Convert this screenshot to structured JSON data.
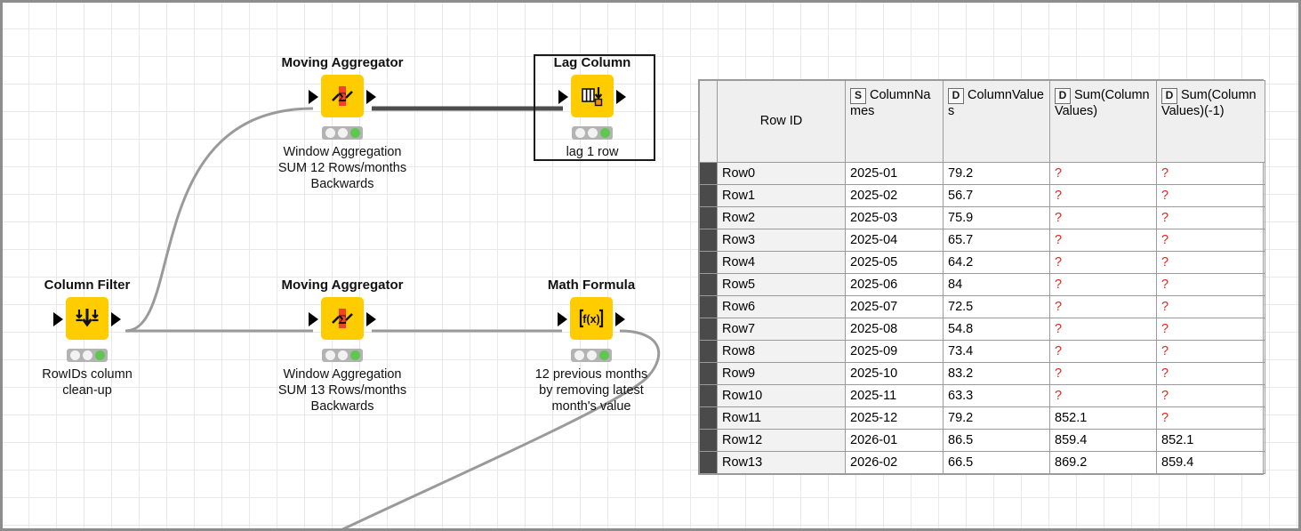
{
  "canvas": {
    "grid": true,
    "grid_color": "#e8e8e8",
    "background": "#ffffff",
    "node_color": "#ffcc00",
    "status_ok_color": "#5fc64f"
  },
  "workflow": {
    "nodes": [
      {
        "id": "column-filter",
        "title": "Column Filter",
        "icon": "column-filter-icon",
        "annotation": "RowIDs column\nclean-up",
        "status": "executed",
        "selected": false
      },
      {
        "id": "moving-aggregator-top",
        "title": "Moving Aggregator",
        "icon": "moving-aggregator-icon",
        "annotation": "Window Aggregation\nSUM 12 Rows/months  Backwards",
        "status": "executed",
        "selected": false
      },
      {
        "id": "lag-column",
        "title": "Lag Column",
        "icon": "lag-column-icon",
        "annotation": "lag 1 row",
        "status": "executed",
        "selected": true
      },
      {
        "id": "moving-aggregator-bottom",
        "title": "Moving Aggregator",
        "icon": "moving-aggregator-icon",
        "annotation": "Window Aggregation\nSUM 13 Rows/months  Backwards",
        "status": "executed",
        "selected": false
      },
      {
        "id": "math-formula",
        "title": "Math Formula",
        "icon": "math-formula-icon",
        "icon_label": "f(x)",
        "annotation": "12 previous months\nby removing latest\nmonth's value",
        "status": "executed",
        "selected": false
      }
    ]
  },
  "table": {
    "columns": [
      {
        "type": "",
        "label": "Row ID"
      },
      {
        "type": "S",
        "label": "ColumnNames"
      },
      {
        "type": "D",
        "label": "ColumnValues"
      },
      {
        "type": "D",
        "label": "Sum(ColumnValues)"
      },
      {
        "type": "D",
        "label": "Sum(ColumnValues)(-1)"
      }
    ],
    "missing_value_symbol": "?",
    "rows": [
      {
        "rowid": "Row0",
        "ColumnNames": "2025-01",
        "ColumnValues": "79.2",
        "Sum": "?",
        "SumLag": "?"
      },
      {
        "rowid": "Row1",
        "ColumnNames": "2025-02",
        "ColumnValues": "56.7",
        "Sum": "?",
        "SumLag": "?"
      },
      {
        "rowid": "Row2",
        "ColumnNames": "2025-03",
        "ColumnValues": "75.9",
        "Sum": "?",
        "SumLag": "?"
      },
      {
        "rowid": "Row3",
        "ColumnNames": "2025-04",
        "ColumnValues": "65.7",
        "Sum": "?",
        "SumLag": "?"
      },
      {
        "rowid": "Row4",
        "ColumnNames": "2025-05",
        "ColumnValues": "64.2",
        "Sum": "?",
        "SumLag": "?"
      },
      {
        "rowid": "Row5",
        "ColumnNames": "2025-06",
        "ColumnValues": "84",
        "Sum": "?",
        "SumLag": "?"
      },
      {
        "rowid": "Row6",
        "ColumnNames": "2025-07",
        "ColumnValues": "72.5",
        "Sum": "?",
        "SumLag": "?"
      },
      {
        "rowid": "Row7",
        "ColumnNames": "2025-08",
        "ColumnValues": "54.8",
        "Sum": "?",
        "SumLag": "?"
      },
      {
        "rowid": "Row8",
        "ColumnNames": "2025-09",
        "ColumnValues": "73.4",
        "Sum": "?",
        "SumLag": "?"
      },
      {
        "rowid": "Row9",
        "ColumnNames": "2025-10",
        "ColumnValues": "83.2",
        "Sum": "?",
        "SumLag": "?"
      },
      {
        "rowid": "Row10",
        "ColumnNames": "2025-11",
        "ColumnValues": "63.3",
        "Sum": "?",
        "SumLag": "?"
      },
      {
        "rowid": "Row11",
        "ColumnNames": "2025-12",
        "ColumnValues": "79.2",
        "Sum": "852.1",
        "SumLag": "?"
      },
      {
        "rowid": "Row12",
        "ColumnNames": "2026-01",
        "ColumnValues": "86.5",
        "Sum": "859.4",
        "SumLag": "852.1"
      },
      {
        "rowid": "Row13",
        "ColumnNames": "2026-02",
        "ColumnValues": "66.5",
        "Sum": "869.2",
        "SumLag": "859.4"
      }
    ]
  }
}
